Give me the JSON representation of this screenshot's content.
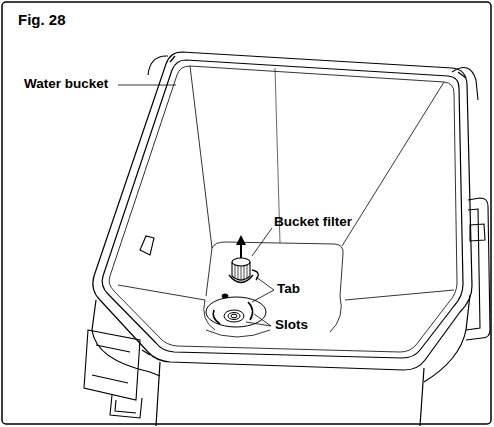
{
  "diagram": {
    "title": "Fig. 28",
    "labels": [
      "Water bucket",
      "Bucket filter",
      "Tab",
      "Slots"
    ]
  }
}
